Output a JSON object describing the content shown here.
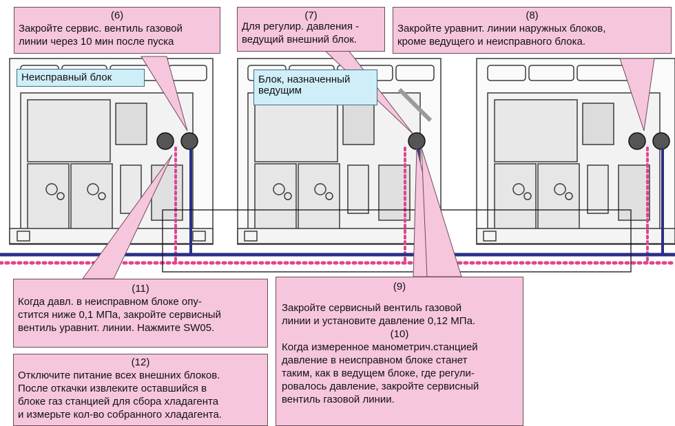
{
  "callouts": {
    "c6": {
      "num": "(6)",
      "text": "Закройте сервис. вентиль газовой\nлинии через 10 мин после пуска"
    },
    "c7": {
      "num": "(7)",
      "text": "Для регулир. давления -\nведущий внешний блок."
    },
    "c8": {
      "num": "(8)",
      "text": "Закройте уравнит. линии наружных блоков,\nкроме ведущего и неисправного блока."
    },
    "c11": {
      "num": "(11)",
      "text": "Когда давл. в неисправном блоке опу-\nстится ниже 0,1 МПа, закройте сервисный\nвентиль уравнит. линии. Нажмите  SW05."
    },
    "c12": {
      "num": "(12)",
      "text": "Отключите питание всех внешних блоков.\nПосле откачки извлеките оставшийся в\nблоке газ станцией для сбора хладагента\nи измерьте кол-во собранного хладагента."
    },
    "c9": {
      "num": "(9)",
      "text": "Закройте сервисный вентиль газовой\nлинии и установите давление 0,12 МПа."
    },
    "c10": {
      "num": "(10)",
      "text": "Когда измеренное манометрич.станцией\nдавление в неисправном блоке станет\nтаким, как в ведущем блоке, где регули-\nровалось давление, закройте сервисный\nвентиль газовой линии."
    }
  },
  "labels": {
    "faulty_unit": "Неисправный блок",
    "master_unit": "Блок, назначенный\nведущим"
  },
  "colors": {
    "callout_fill": "#f6c6dd",
    "label_fill": "#cfeef8",
    "gas_line": "#2b2f86",
    "equalizer_line": "#e0458f",
    "unit_line": "#3a3a3a"
  }
}
